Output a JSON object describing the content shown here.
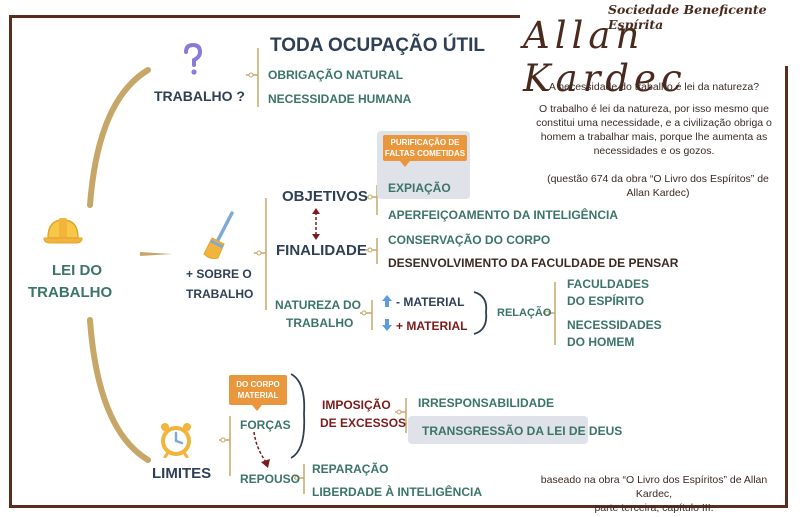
{
  "brand": {
    "org": "Sociedade Beneficente Espírita",
    "signature": "Allan Kardec"
  },
  "root": {
    "line1": "LEI DO",
    "line2": "TRABALHO"
  },
  "trabalho": {
    "label": "TRABALHO ?",
    "title": "TODA OCUPAÇÃO ÚTIL",
    "items": [
      "OBRIGAÇÃO NATURAL",
      "NECESSIDADE HUMANA"
    ]
  },
  "sobre": {
    "line1": "+ SOBRE O",
    "line2": "TRABALHO"
  },
  "objetivos": {
    "label": "OBJETIVOS",
    "tag_line1": "PURIFICAÇÃO DE",
    "tag_line2": "FALTAS COMETIDAS",
    "items": [
      "EXPIAÇÃO",
      "APERFEIÇOAMENTO DA INTELIGÊNCIA"
    ]
  },
  "finalidade": {
    "label": "FINALIDADE",
    "items": [
      "CONSERVAÇÃO DO CORPO",
      "DESENVOLVIMENTO DA FACULDADE DE PENSAR"
    ]
  },
  "natureza": {
    "line1": "NATUREZA DO",
    "line2": "TRABALHO",
    "less": "- MATERIAL",
    "more": "+ MATERIAL",
    "relacao": "RELAÇÃO",
    "fac1": "FACULDADES",
    "fac2": "DO ESPÍRITO",
    "nec1": "NECESSIDADES",
    "nec2": "DO HOMEM"
  },
  "limites": {
    "label": "LIMITES",
    "forcas": "FORÇAS",
    "tag_line1": "DO CORPO",
    "tag_line2": "MATERIAL",
    "repouso": "REPOUSO",
    "imp1": "IMPOSIÇÃO",
    "imp2": "DE EXCESSOS",
    "irresp": "IRRESPONSABILIDADE",
    "transg": "TRANSGRESSÃO DA LEI DE DEUS",
    "reparacao": "REPARAÇÃO",
    "liberdade": "LIBERDADE À INTELIGÊNCIA"
  },
  "quote": {
    "question": "A necessidade do trabalho é lei da natureza?",
    "answer": [
      "O trabalho é lei da natureza, por isso mesmo que",
      "constitui uma necessidade, e a civilização obriga o",
      "homem a trabalhar mais, porque lhe aumenta as",
      "necessidades e os gozos."
    ],
    "source": [
      "(questão 674 da obra “O Livro dos Espíritos” de",
      "Allan Kardec)"
    ]
  },
  "footer": {
    "line1": "baseado na obra “O Livro dos Espíritos” de Allan Kardec,",
    "line2": "parte terceira, capítulo III."
  },
  "colors": {
    "navy": "#2f3f56",
    "teal": "#3b7469",
    "maroon": "#7a1c1a",
    "gold": "#c6a768",
    "orange": "#e9963c",
    "border": "#5a2e1e"
  },
  "icons": [
    "question-mark-icon",
    "hard-hat-icon",
    "broom-icon",
    "alarm-clock-icon",
    "arrow-up-icon",
    "arrow-down-icon"
  ]
}
